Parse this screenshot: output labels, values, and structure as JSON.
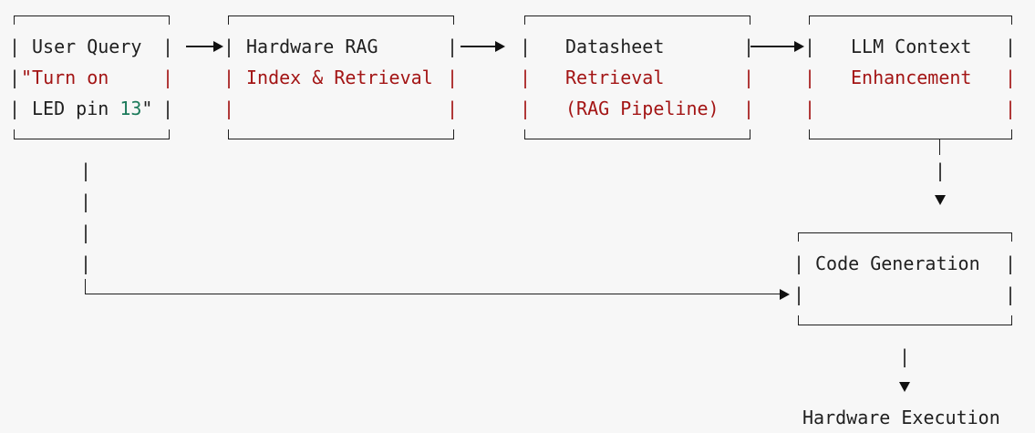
{
  "diagram": {
    "boxes": {
      "user_query": {
        "title": "User Query",
        "line2": "\"Turn on",
        "line3_prefix": "LED pin ",
        "line3_number": "13",
        "line3_suffix": "\""
      },
      "hardware_rag": {
        "title": "Hardware RAG",
        "line2": "Index & Retrieval"
      },
      "datasheet": {
        "title": "Datasheet",
        "line2": "Retrieval",
        "line3": "(RAG Pipeline)"
      },
      "llm_context": {
        "title": "LLM Context",
        "line2": "Enhancement"
      },
      "code_generation": {
        "title": "Code Generation"
      }
    },
    "output_label": "Hardware Execution",
    "colors": {
      "text": "#1f1f1f",
      "highlight_red": "#a31515",
      "highlight_green": "#1b7a5a",
      "background": "#f7f7f7"
    }
  }
}
